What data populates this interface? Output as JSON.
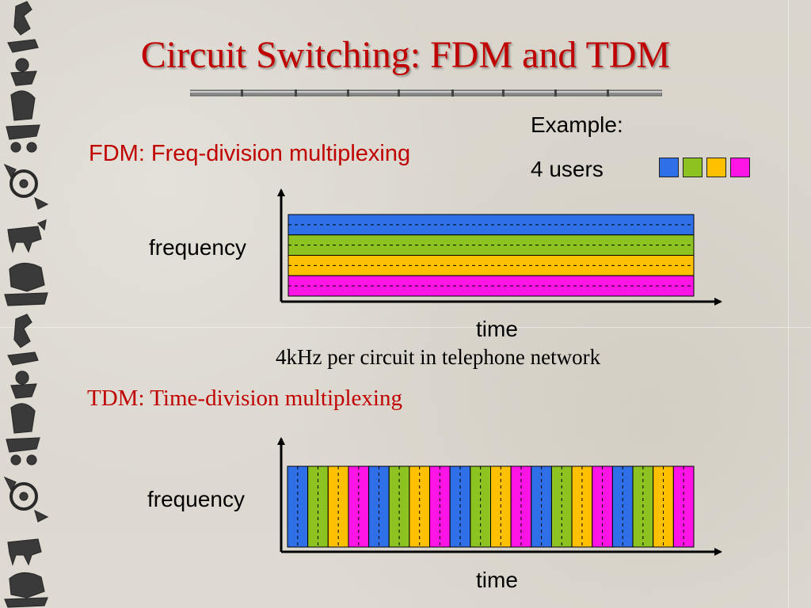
{
  "title": "Circuit Switching: FDM and TDM",
  "fdm": {
    "heading": "FDM: Freq-division multiplexing",
    "y_axis_label": "frequency",
    "x_axis_label": "time",
    "note": "4kHz per circuit in telephone network"
  },
  "tdm": {
    "heading": "TDM: Time-division multiplexing",
    "y_axis_label": "frequency",
    "x_axis_label": "time"
  },
  "example": {
    "label": "Example:",
    "users_label": "4 users"
  },
  "user_colors": [
    "#2f6fe8",
    "#8cc320",
    "#ffc000",
    "#ff14e6"
  ],
  "colors": {
    "title": "#c00000",
    "heading": "#c00000",
    "text": "#000000"
  },
  "tdm_slot_count": 20,
  "decorative": {
    "left_border": "ancient-figures-border"
  }
}
